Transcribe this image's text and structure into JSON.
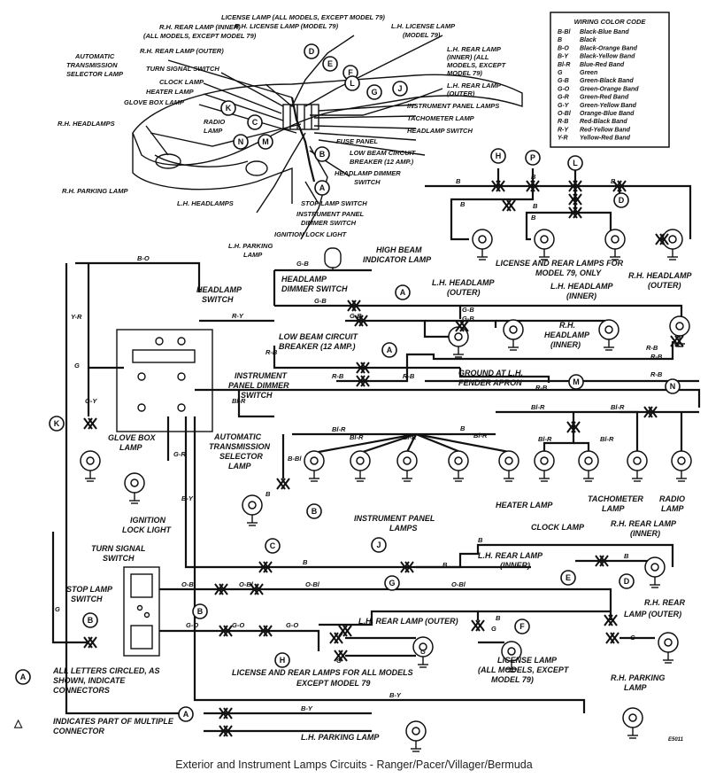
{
  "caption": "Exterior and Instrument Lamps Circuits - Ranger/Pacer/Villager/Bermuda",
  "figure_code": "E5011",
  "legend": {
    "title": "WIRING COLOR CODE",
    "entries": [
      {
        "code": "B-Bl",
        "name": "Black-Blue Band"
      },
      {
        "code": "B",
        "name": "Black"
      },
      {
        "code": "B-O",
        "name": "Black-Orange Band"
      },
      {
        "code": "B-Y",
        "name": "Black-Yellow Band"
      },
      {
        "code": "Bl-R",
        "name": "Blue-Red Band"
      },
      {
        "code": "G",
        "name": "Green"
      },
      {
        "code": "G-B",
        "name": "Green-Black Band"
      },
      {
        "code": "G-O",
        "name": "Green-Orange Band"
      },
      {
        "code": "G-R",
        "name": "Green-Red Band"
      },
      {
        "code": "G-Y",
        "name": "Green-Yellow Band"
      },
      {
        "code": "O-Bl",
        "name": "Orange-Blue Band"
      },
      {
        "code": "R-B",
        "name": "Red-Black Band"
      },
      {
        "code": "R-Y",
        "name": "Red-Yellow Band"
      },
      {
        "code": "Y-R",
        "name": "Yellow-Red Band"
      }
    ]
  },
  "notes": {
    "connectors": "ALL LETTERS CIRCLED, AS SHOWN, INDICATE CONNECTORS",
    "connectors_letter": "A",
    "multiple": "INDICATES PART OF MULTIPLE CONNECTOR",
    "multiple_symbol": "△"
  },
  "car_labels": {
    "license_lamp_all": "LICENSE LAMP (ALL MODELS, EXCEPT MODEL 79)",
    "rh_license_lamp_79": "R.H. LICENSE LAMP (MODEL 79)",
    "rh_rear_lamp_inner": "R.H. REAR LAMP (INNER)",
    "all_models_except_79": "(ALL MODELS, EXCEPT MODEL 79)",
    "lh_license_lamp": "L.H. LICENSE LAMP",
    "model_79": "(MODEL 79)",
    "rh_rear_lamp_outer": "R.H. REAR LAMP (OUTER)",
    "lh_rear_lamp_inner": "L.H. REAR LAMP",
    "lh_rear_inner_2": "(INNER) (ALL",
    "lh_rear_inner_3": "MODELS, EXCEPT",
    "lh_rear_inner_4": "MODEL 79)",
    "lh_rear_lamp_outer": "L.H. REAR LAMP",
    "outer": "(OUTER)",
    "auto_trans_1": "AUTOMATIC",
    "auto_trans_2": "TRANSMISSION",
    "auto_trans_3": "SELECTOR LAMP",
    "turn_signal_switch": "TURN SIGNAL SWITCH",
    "clock_lamp": "CLOCK LAMP",
    "heater_lamp": "HEATER LAMP",
    "glove_box_lamp": "GLOVE BOX LAMP",
    "instrument_panel_lamps": "INSTRUMENT PANEL LAMPS",
    "tachometer_lamp": "TACHOMETER LAMP",
    "headlamp_switch": "HEADLAMP SWITCH",
    "radio_lamp_1": "RADIO",
    "radio_lamp_2": "LAMP",
    "rh_headlamps": "R.H. HEADLAMPS",
    "fuse_panel": "FUSE PANEL",
    "low_beam_1": "LOW BEAM CIRCUIT",
    "low_beam_2": "BREAKER (12 AMP.)",
    "headlamp_dimmer_1": "HEADLAMP DIMMER",
    "headlamp_dimmer_2": "SWITCH",
    "rh_parking_lamp": "R.H. PARKING LAMP",
    "stop_lamp_switch": "STOP LAMP SWITCH",
    "ip_dimmer_1": "INSTRUMENT PANEL",
    "ip_dimmer_2": "DIMMER SWITCH",
    "lh_headlamps": "L.H. HEADLAMPS",
    "ignition_lock_light": "IGNITION LOCK LIGHT",
    "lh_parking_1": "L.H. PARKING",
    "lh_parking_2": "LAMP"
  },
  "schematic_labels": {
    "high_beam_1": "HIGH BEAM",
    "high_beam_2": "INDICATOR LAMP",
    "model79_title_1": "LICENSE AND REAR LAMPS FOR",
    "model79_title_2": "MODEL 79, ONLY",
    "headlamp_switch_1": "HEADLAMP",
    "headlamp_switch_2": "SWITCH",
    "hd_dimmer_1": "HEADLAMP",
    "hd_dimmer_2": "DIMMER SWITCH",
    "lh_headlamp_outer_1": "L.H. HEADLAMP",
    "lh_headlamp_outer_2": "(OUTER)",
    "lh_headlamp_inner_1": "L.H. HEADLAMP",
    "lh_headlamp_inner_2": "(INNER)",
    "rh_headlamp_outer_1": "R.H. HEADLAMP",
    "rh_headlamp_outer_2": "(OUTER)",
    "rh_headlamp_inner_1": "R.H.",
    "rh_headlamp_inner_2": "HEADLAMP",
    "rh_headlamp_inner_3": "(INNER)",
    "low_beam_1": "LOW BEAM CIRCUIT",
    "low_beam_2": "BREAKER (12 AMP.)",
    "ground_1": "GROUND AT L.H.",
    "ground_2": "FENDER APRON",
    "ip_dimmer_1": "INSTRUMENT",
    "ip_dimmer_2": "PANEL DIMMER",
    "ip_dimmer_3": "SWITCH",
    "auto_trans_1": "AUTOMATIC",
    "auto_trans_2": "TRANSMISSION",
    "auto_trans_3": "SELECTOR",
    "auto_trans_4": "LAMP",
    "glove_box_1": "GLOVE BOX",
    "glove_box_2": "LAMP",
    "ignition_1": "IGNITION",
    "ignition_2": "LOCK LIGHT",
    "ip_lamps_1": "INSTRUMENT PANEL",
    "ip_lamps_2": "LAMPS",
    "heater_lamp": "HEATER LAMP",
    "clock_lamp": "CLOCK LAMP",
    "tach_1": "TACHOMETER",
    "tach_2": "LAMP",
    "radio_1": "RADIO",
    "radio_2": "LAMP",
    "turn_sig_1": "TURN SIGNAL",
    "turn_sig_2": "SWITCH",
    "stop_lamp_1": "STOP LAMP",
    "stop_lamp_2": "SWITCH",
    "lh_rear_inner_1": "L.H. REAR LAMP",
    "lh_rear_inner_2": "(INNER)",
    "rh_rear_inner_1": "R.H. REAR LAMP",
    "rh_rear_inner_2": "(INNER)",
    "lh_rear_outer": "L.H. REAR LAMP (OUTER)",
    "rh_rear_outer_1": "R.H. REAR",
    "rh_rear_outer_2": "LAMP (OUTER)",
    "license_1": "LICENSE LAMP",
    "license_2": "(ALL MODELS, EXCEPT",
    "license_3": "MODEL 79)",
    "all_models_title_1": "LICENSE AND REAR LAMPS FOR ALL MODELS",
    "all_models_title_2": "EXCEPT MODEL 79",
    "rh_parking_1": "R.H. PARKING",
    "rh_parking_2": "LAMP",
    "lh_parking": "L.H. PARKING LAMP"
  },
  "wire_codes": {
    "B": "B",
    "BO": "B-O",
    "YR": "Y-R",
    "G": "G",
    "GY": "G-Y",
    "GB": "G-B",
    "RY": "R-Y",
    "RB": "R-B",
    "BlR": "Bl-R",
    "BBl": "B-Bl",
    "GR": "G-R",
    "BY": "B-Y",
    "OBl": "O-Bl",
    "GO": "G-O"
  },
  "connectors": {
    "A": "A",
    "B": "B",
    "C": "C",
    "D": "D",
    "E": "E",
    "F": "F",
    "G": "G",
    "H": "H",
    "J": "J",
    "K": "K",
    "L": "L",
    "M": "M",
    "N": "N",
    "P": "P"
  }
}
